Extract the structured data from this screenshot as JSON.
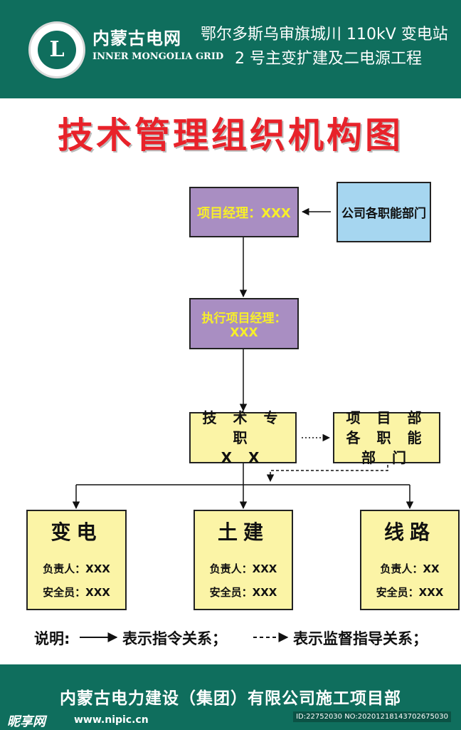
{
  "header": {
    "logo_symbol": "L",
    "org_name_cn": "内蒙古电网",
    "org_name_en": "INNER MONGOLIA GRID",
    "project_line1": "鄂尔多斯乌审旗城川 110kV 变电站",
    "project_line2": "2 号主变扩建及二电源工程",
    "background_color": "#0f6e5d"
  },
  "title": "技术管理组织机构图",
  "nodes": {
    "project_manager": "项目经理：XXX",
    "company_departments": "公司各职能部门",
    "executive_manager": "执行项目经理：XXX",
    "tech_specialist_line1": "技 术 专 职",
    "tech_specialist_line2": "X X",
    "project_dept_line1": "项 目 部",
    "project_dept_line2": "各 职 能 部 门"
  },
  "units": [
    {
      "name": "变电",
      "responsible": "负责人：XXX",
      "safety": "安全员：XXX"
    },
    {
      "name": "土建",
      "responsible": "负责人：XXX",
      "safety": "安全员：XXX"
    },
    {
      "name": "线路",
      "responsible": "负责人：XX",
      "safety": "安全员：XXX"
    }
  ],
  "legend": {
    "label": "说明:",
    "solid_meaning": "表示指令关系；",
    "dashed_meaning": "表示监督指导关系；"
  },
  "footer": {
    "text": "内蒙古电力建设（集团）有限公司施工项目部",
    "watermark_logo": "昵享网",
    "watermark_url": "www.nipic.cn",
    "watermark_id": "ID:22752030 NO:20201218143702675030"
  },
  "colors": {
    "title_red": "#e8222a",
    "manager_purple": "#a98ec2",
    "manager_text_yellow": "#f7ef2a",
    "dept_blue": "#a6d6f0",
    "unit_yellow": "#fbf4a6"
  }
}
